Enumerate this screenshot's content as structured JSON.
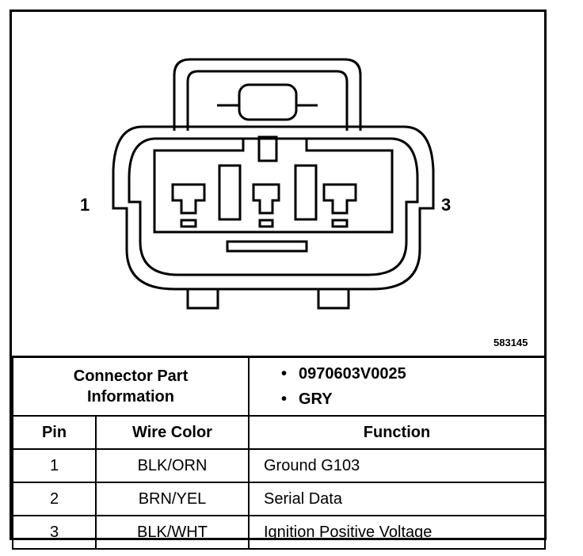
{
  "diagram": {
    "pin_left": "1",
    "pin_right": "3",
    "figure_id": "583145"
  },
  "connector": {
    "label": "Connector Part Information",
    "label_line1": "Connector Part",
    "label_line2": "Information",
    "part_number": "0970603V0025",
    "color": "GRY"
  },
  "table": {
    "headers": [
      "Pin",
      "Wire Color",
      "Function"
    ],
    "rows": [
      {
        "pin": "1",
        "wire_color": "BLK/ORN",
        "function": "Ground G103"
      },
      {
        "pin": "2",
        "wire_color": "BRN/YEL",
        "function": "Serial Data"
      },
      {
        "pin": "3",
        "wire_color": "BLK/WHT",
        "function": "Ignition Positive Voltage"
      }
    ]
  }
}
